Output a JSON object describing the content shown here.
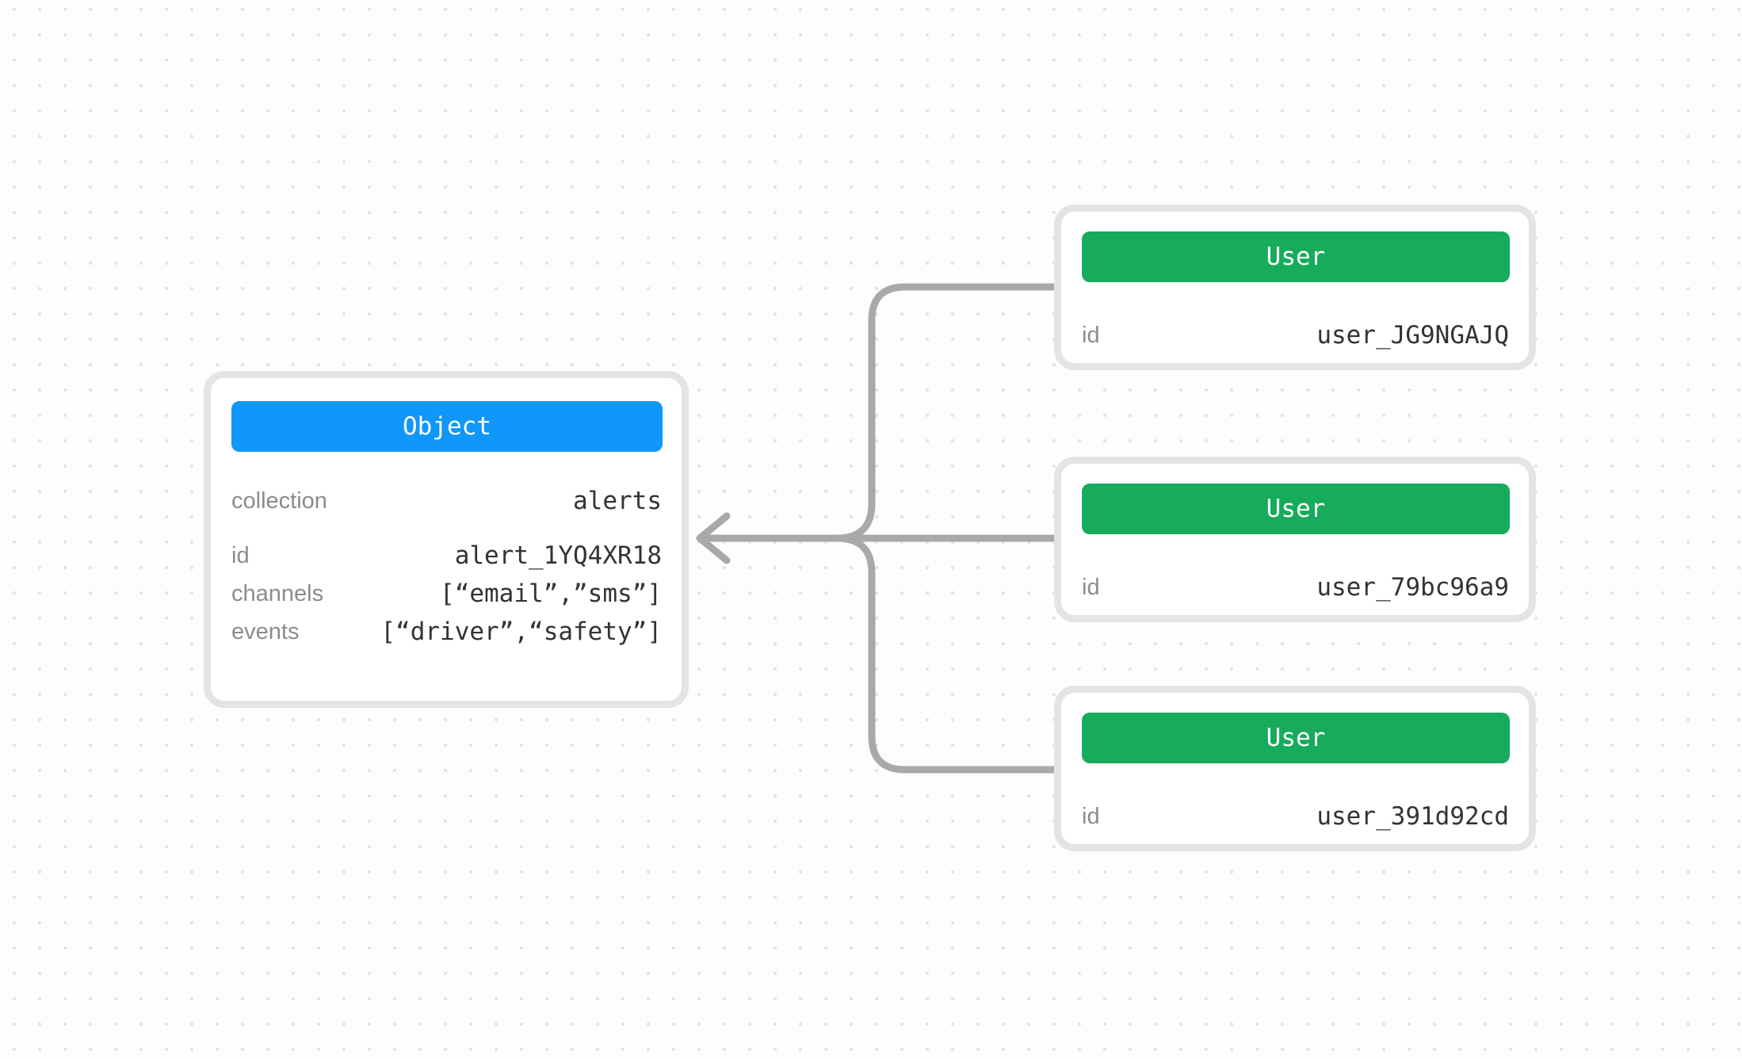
{
  "diagram": {
    "object_node": {
      "header": "Object",
      "rows": [
        {
          "label": "collection",
          "value": "alerts"
        },
        {
          "label": "id",
          "value": "alert_1YQ4XR18"
        },
        {
          "label": "channels",
          "value": "[“email”,”sms”]"
        },
        {
          "label": "events",
          "value": "[“driver”,“safety”]"
        }
      ]
    },
    "user_nodes": [
      {
        "header": "User",
        "rows": [
          {
            "label": "id",
            "value": "user_JG9NGAJQ"
          }
        ]
      },
      {
        "header": "User",
        "rows": [
          {
            "label": "id",
            "value": "user_79bc96a9"
          }
        ]
      },
      {
        "header": "User",
        "rows": [
          {
            "label": "id",
            "value": "user_391d92cd"
          }
        ]
      }
    ],
    "connections": [
      {
        "from": "user_JG9NGAJQ",
        "to": "alert_1YQ4XR18",
        "direction": "arrow-into-object"
      },
      {
        "from": "user_79bc96a9",
        "to": "alert_1YQ4XR18",
        "direction": "arrow-into-object"
      },
      {
        "from": "user_391d92cd",
        "to": "alert_1YQ4XR18",
        "direction": "arrow-into-object"
      }
    ],
    "colors": {
      "object_header": "#0f97fb",
      "user_header": "#17ab5c",
      "connector": "#a9a9a9",
      "card_border": "#e4e4e4",
      "label_text": "#8c8c8c",
      "value_text": "#333333",
      "background": "#fdfdfd",
      "grid_dot": "#e2e2e2"
    }
  }
}
